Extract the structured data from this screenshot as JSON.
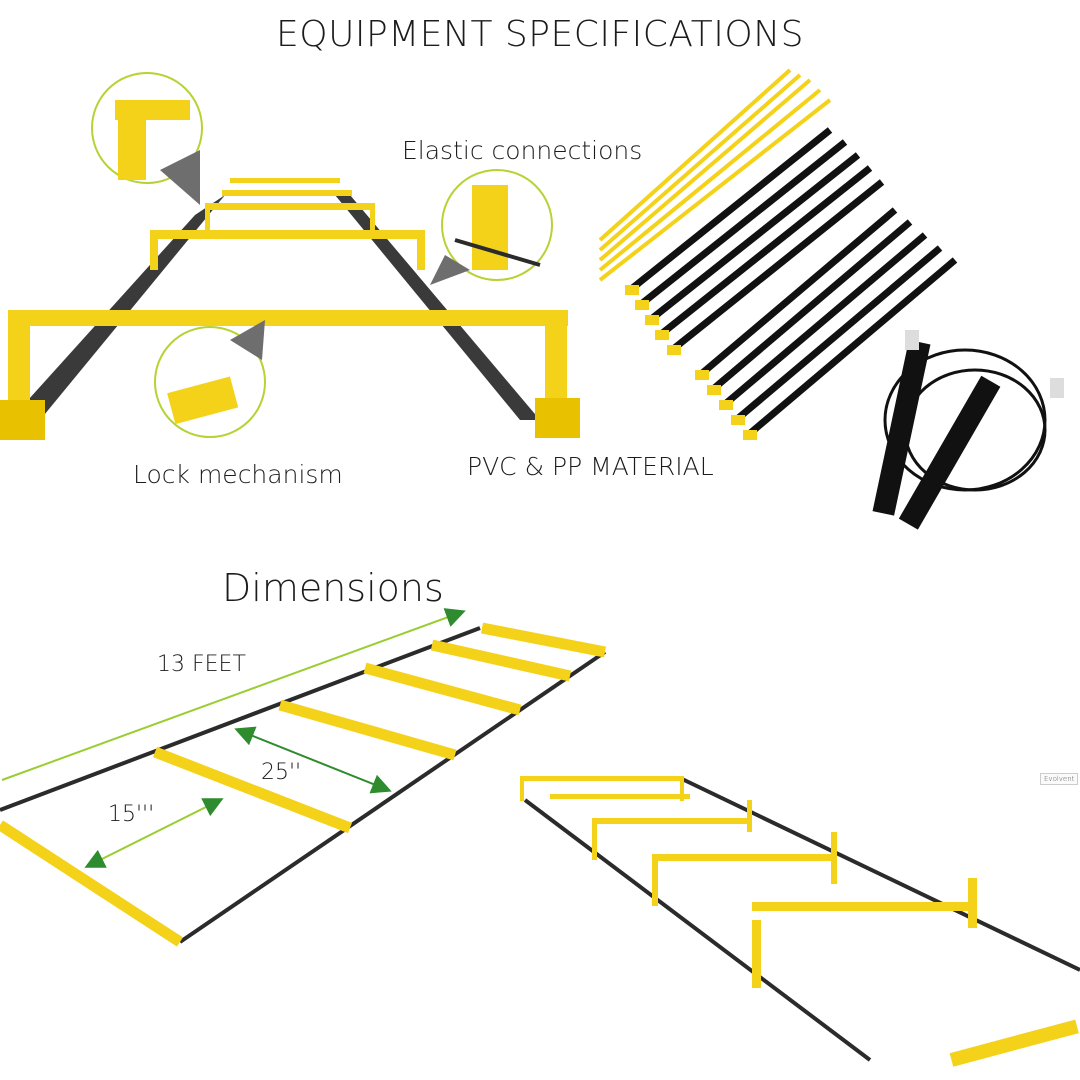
{
  "title": "EQUIPMENT SPECIFICATIONS",
  "labels": {
    "elastic": "Elastic connections",
    "lock": "Lock mechanism",
    "material": "PVC & PP MATERIAL",
    "dimensions": "Dimensions",
    "length": "13 FEET",
    "rung_spacing": "25''",
    "width": "15'''",
    "brand": "Evolvent"
  },
  "colors": {
    "yellow": "#f4d21a",
    "strap": "#2b2b2b",
    "arrow": "#9acd32",
    "callout_ring": "#b5d334",
    "callout_fill": "#6e6e6e"
  }
}
